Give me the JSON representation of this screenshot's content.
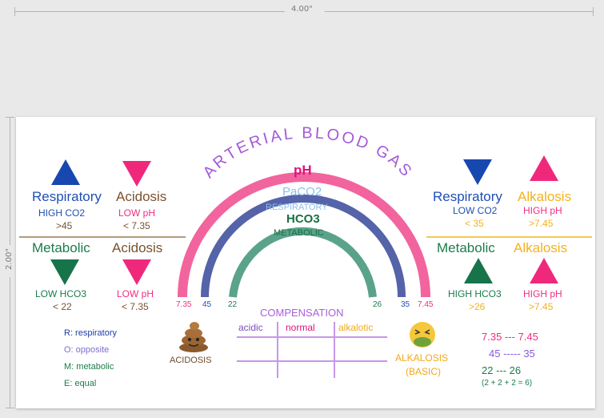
{
  "ruler": {
    "top_label": "4.00\"",
    "left_label": "2.00\""
  },
  "title": "ARTERIAL BLOOD GAS",
  "arcs": {
    "ph": "pH",
    "paco2": "PaCO2",
    "respiratory": "RESPIRATORY",
    "hco3": "HCO3",
    "metabolic": "METABOLIC",
    "left_labels": [
      "7.35",
      "45",
      "22"
    ],
    "right_labels": [
      "26",
      "35",
      "7.45"
    ]
  },
  "left": {
    "resp_title": "Respiratory",
    "acid_title": "Acidosis",
    "resp_value": "HIGH CO2",
    "resp_threshold": ">45",
    "acid_value": "LOW pH",
    "acid_threshold": "< 7.35",
    "meta_title": "Metabolic",
    "meta_acid_title": "Acidosis",
    "meta_value": "LOW HCO3",
    "meta_threshold": "< 22",
    "meta_ph_value": "LOW pH",
    "meta_ph_threshold": "< 7.35"
  },
  "right": {
    "resp_title": "Respiratory",
    "alk_title": "Alkalosis",
    "resp_value": "LOW CO2",
    "resp_threshold": "< 35",
    "alk_value": "HIGH pH",
    "alk_threshold": ">7.45",
    "meta_title": "Metabolic",
    "meta_alk_title": "Alkalosis",
    "meta_value": "HIGH HCO3",
    "meta_threshold": ">26",
    "meta_ph_value": "HIGH pH",
    "meta_ph_threshold": ">7.45"
  },
  "compensation": {
    "title": "COMPENSATION",
    "col_acidic": "acidic",
    "col_normal": "normal",
    "col_alkalotic": "alkalotic"
  },
  "acidosis_label": "ACIDOSIS",
  "alkalosis_label": "ALKALOSIS",
  "alkalosis_sub": "(BASIC)",
  "romé": {
    "r": "R: respiratory",
    "o": "O: opposite",
    "m": "M: metabolic",
    "e": "E: equal"
  },
  "ranges": {
    "ph_range": "7.35 --- 7.45",
    "co2_range": "45 ----- 35",
    "hco3_range": "22 --- 26",
    "hco3_note": "(2 + 2 + 2 = 6)"
  },
  "colors": {
    "blue": "#1f4fb4",
    "pink": "#f02e82",
    "green": "#1c7c4a",
    "yellow": "#f4b21c",
    "purple": "#9b5ae0",
    "brown": "#7a5230"
  }
}
